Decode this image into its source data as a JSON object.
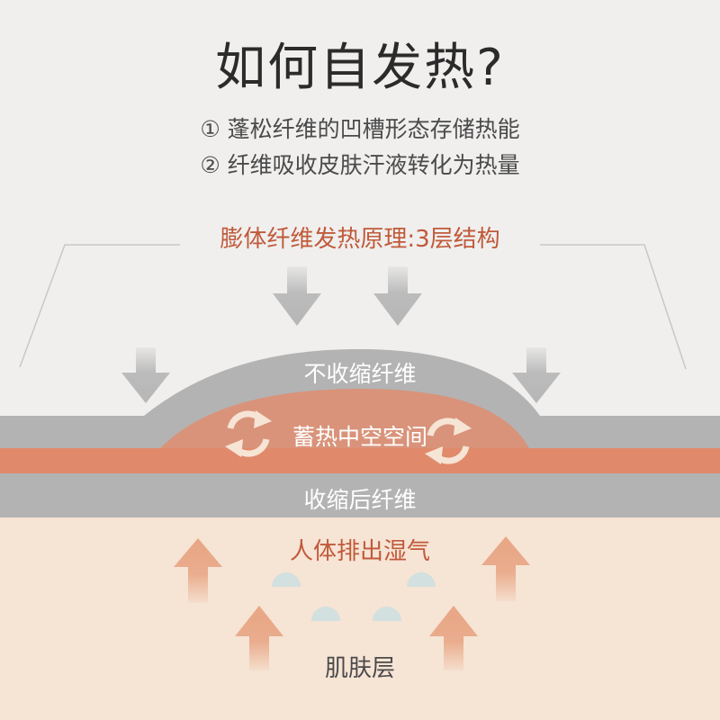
{
  "title": "如何自发热?",
  "points": [
    "① 蓬松纤维的凹槽形态存储热能",
    "② 纤维吸收皮肤汗液转化为热量"
  ],
  "principle_title": "膨体纤维发热原理:3层结构",
  "layers": {
    "top": "不收缩纤维",
    "middle": "蓄热中空空间",
    "bottom": "收缩后纤维"
  },
  "moisture_label": "人体排出湿气",
  "skin_label": "肌肤层",
  "colors": {
    "background": "#f0efee",
    "gray_layer": "#b3b3b3",
    "orange_layer": "#d9937a",
    "dark_orange_band": "#e08a6b",
    "skin": "#f6e4d5",
    "accent_text": "#c05a3a",
    "arrow_gray": "#b6b6b6",
    "arrow_orange": "#e8a685",
    "droplet": "#d2e0df"
  },
  "icons": [
    "down-arrow-icon",
    "up-arrow-icon",
    "circular-arrows-icon",
    "droplet-icon"
  ]
}
